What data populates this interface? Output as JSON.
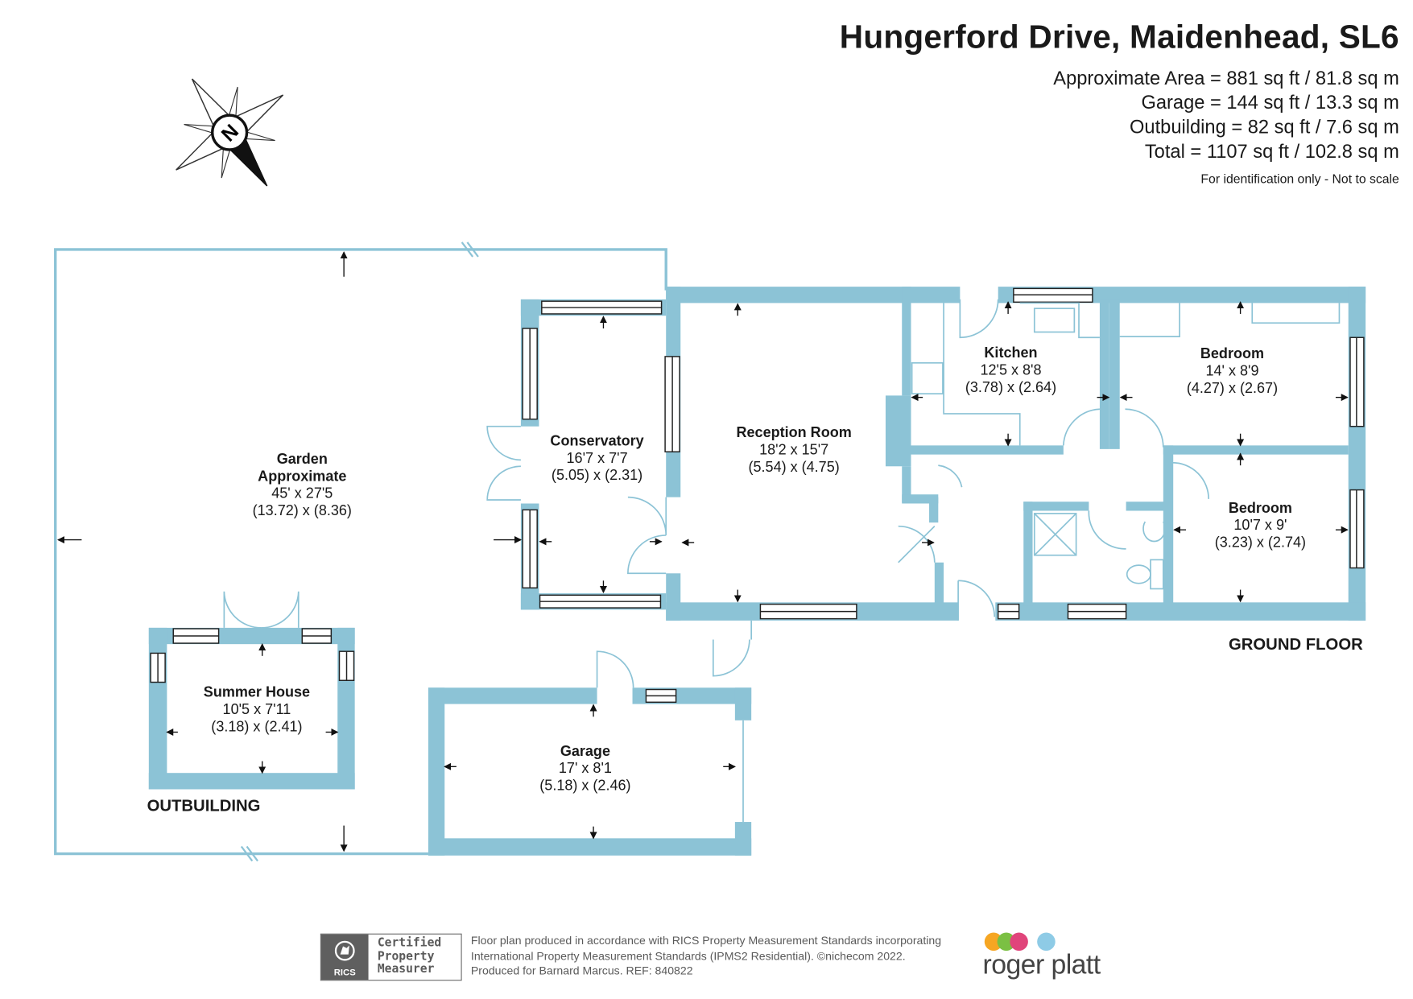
{
  "header": {
    "title": "Hungerford Drive, Maidenhead, SL6",
    "areas": [
      "Approximate Area = 881 sq ft / 81.8 sq m",
      "Garage = 144 sq ft / 13.3 sq m",
      "Outbuilding = 82 sq ft / 7.6 sq m",
      "Total = 1107 sq ft / 102.8 sq m"
    ],
    "disclaimer": "For identification only - Not to scale"
  },
  "compass": {
    "letter": "N",
    "icon": "north-arrow-icon"
  },
  "rooms": [
    {
      "name": "Garden",
      "name2": "Approximate",
      "imperial": "45' x 27'5",
      "metric": "(13.72) x (8.36)"
    },
    {
      "name": "Conservatory",
      "imperial": "16'7 x 7'7",
      "metric": "(5.05) x (2.31)"
    },
    {
      "name": "Reception Room",
      "imperial": "18'2 x 15'7",
      "metric": "(5.54) x (4.75)"
    },
    {
      "name": "Kitchen",
      "imperial": "12'5 x 8'8",
      "metric": "(3.78) x (2.64)"
    },
    {
      "name": "Bedroom",
      "imperial": "14' x 8'9",
      "metric": "(4.27) x (2.67)"
    },
    {
      "name": "Bedroom",
      "imperial": "10'7 x 9'",
      "metric": "(3.23) x (2.74)"
    },
    {
      "name": "Summer House",
      "imperial": "10'5 x 7'11",
      "metric": "(3.18) x (2.41)"
    },
    {
      "name": "Garage",
      "imperial": "17' x 8'1",
      "metric": "(5.18) x (2.46)"
    }
  ],
  "sections": {
    "ground_floor": "GROUND FLOOR",
    "outbuilding": "OUTBUILDING"
  },
  "footer": {
    "lines": [
      "Floor plan produced in accordance with RICS Property Measurement Standards incorporating",
      "International Property Measurement Standards (IPMS2 Residential).   ©nichecom 2022.",
      "Produced for Barnard Marcus.   REF:  840822"
    ],
    "badge_logo_text": "RICS",
    "badge_lines": [
      "Certified",
      "Property",
      "Measurer"
    ],
    "brand": "roger platt",
    "brand_colors": [
      "#f6a623",
      "#7bc043",
      "#e0457b",
      "#8ecbe6"
    ]
  },
  "colors": {
    "wall": "#8cc3d6",
    "line": "#8cc3d6",
    "text": "#1a1a1a"
  }
}
